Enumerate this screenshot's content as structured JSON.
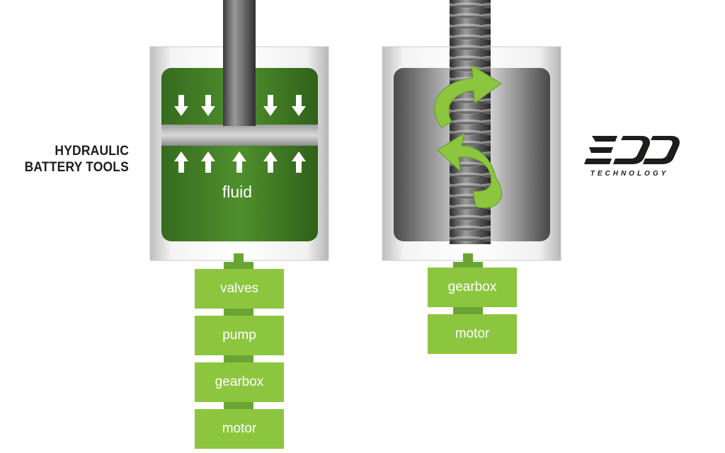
{
  "left_title": {
    "line1": "HYDRAULIC",
    "line2": "BATTERY TOOLS"
  },
  "hydraulic": {
    "fluid_label": "fluid",
    "stack": [
      "valves",
      "pump",
      "gearbox",
      "motor"
    ]
  },
  "edd": {
    "stack": [
      "gearbox",
      "motor"
    ]
  },
  "logo": {
    "mark": "EDD",
    "sub": "TECHNOLOGY"
  },
  "colors": {
    "box_green": "#8cc63f",
    "connector_green": "#6aa533",
    "fluid_green": "#2e7d22",
    "arrow_green": "#8cc63f",
    "steel_light": "#e6e6e6",
    "steel_dark": "#555555",
    "text_dark": "#1d1d1b"
  }
}
